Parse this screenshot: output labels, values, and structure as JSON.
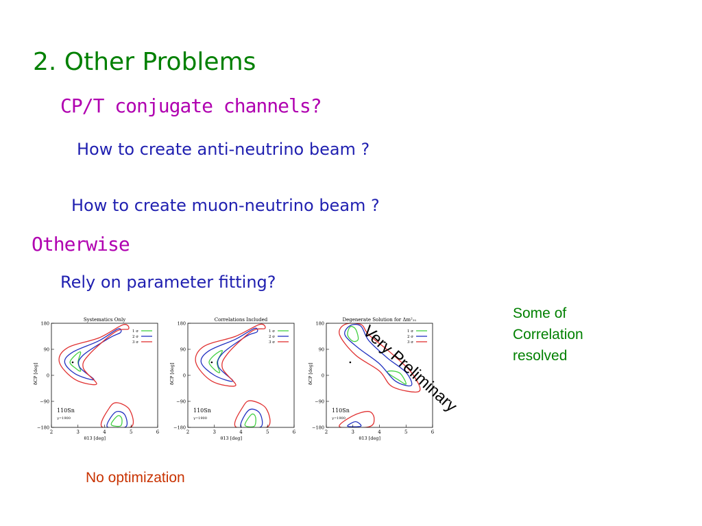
{
  "slide": {
    "title": "2. Other Problems",
    "subtitle_1": "CP/T conjugate channels?",
    "question_1": "How to create anti-neutrino beam ?",
    "question_2": "How to create muon-neutrino beam ?",
    "subtitle_2": "Otherwise",
    "question_3": "Rely on parameter fitting?",
    "stamp": "Very Preliminary",
    "note": "Some of Correlation resolved",
    "caption": "No optimization"
  },
  "legend_labels": [
    "1 σ",
    "2 σ",
    "3 σ"
  ],
  "colors": {
    "one_sigma": "#40d040",
    "two_sigma": "#2030c0",
    "three_sigma": "#e03030"
  },
  "chart_data": [
    {
      "type": "line",
      "title": "Systematics Only",
      "xlabel": "θ13 [deg]",
      "ylabel": "δCP [deg]",
      "xlim": [
        2,
        6
      ],
      "ylim": [
        -180,
        180
      ],
      "xticks": [
        "2",
        "3",
        "4",
        "5",
        "6"
      ],
      "yticks": [
        "180",
        "90",
        "0",
        "−90",
        "−180"
      ],
      "annotation_nucleus": "110Sn",
      "annotation_gamma": "γ=1900",
      "best_fit": [
        2.8,
        45
      ],
      "series": [
        {
          "name": "1 σ",
          "points": [
            [
              2.7,
              45
            ],
            [
              2.9,
              25
            ],
            [
              3.1,
              15
            ],
            [
              3.0,
              45
            ],
            [
              3.1,
              80
            ],
            [
              2.9,
              70
            ]
          ]
        },
        {
          "name": "2 σ",
          "points": [
            [
              2.5,
              45
            ],
            [
              2.9,
              5
            ],
            [
              3.6,
              -15
            ],
            [
              3.05,
              30
            ],
            [
              3.2,
              70
            ],
            [
              4.2,
              130
            ],
            [
              4.6,
              148
            ],
            [
              4.5,
              160
            ],
            [
              3.8,
              120
            ],
            [
              2.8,
              80
            ]
          ]
        },
        {
          "name": "3 σ",
          "points": [
            [
              2.3,
              45
            ],
            [
              2.9,
              -15
            ],
            [
              3.7,
              -30
            ],
            [
              3.2,
              25
            ],
            [
              3.4,
              70
            ],
            [
              4.4,
              150
            ],
            [
              4.9,
              160
            ],
            [
              4.7,
              175
            ],
            [
              3.8,
              130
            ],
            [
              2.6,
              95
            ]
          ]
        },
        {
          "name": "1 σ",
          "points": [
            [
              4.25,
              -170
            ],
            [
              4.5,
              -140
            ],
            [
              4.65,
              -150
            ],
            [
              4.6,
              -175
            ]
          ]
        },
        {
          "name": "2 σ",
          "points": [
            [
              4.1,
              -178
            ],
            [
              4.4,
              -128
            ],
            [
              4.75,
              -135
            ],
            [
              4.8,
              -178
            ]
          ]
        },
        {
          "name": "3 σ",
          "points": [
            [
              3.9,
              -178
            ],
            [
              4.2,
              -110
            ],
            [
              4.5,
              -95
            ],
            [
              4.95,
              -120
            ],
            [
              5.0,
              -178
            ]
          ]
        }
      ]
    },
    {
      "type": "line",
      "title": "Correlations Included",
      "xlabel": "θ13 [deg]",
      "ylabel": "δCP [deg]",
      "xlim": [
        2,
        6
      ],
      "ylim": [
        -180,
        180
      ],
      "xticks": [
        "2",
        "3",
        "4",
        "5",
        "6"
      ],
      "yticks": [
        "180",
        "90",
        "0",
        "−90",
        "−180"
      ],
      "annotation_nucleus": "110Sn",
      "annotation_gamma": "γ=1900",
      "best_fit": [
        2.9,
        45
      ],
      "series": [
        {
          "name": "1 σ",
          "points": [
            [
              2.8,
              45
            ],
            [
              3.0,
              20
            ],
            [
              3.2,
              10
            ],
            [
              3.1,
              45
            ],
            [
              3.3,
              85
            ],
            [
              3.0,
              70
            ]
          ]
        },
        {
          "name": "2 σ",
          "points": [
            [
              2.5,
              45
            ],
            [
              3.0,
              0
            ],
            [
              3.7,
              -20
            ],
            [
              3.15,
              30
            ],
            [
              3.3,
              75
            ],
            [
              4.2,
              135
            ],
            [
              4.6,
              150
            ],
            [
              4.5,
              162
            ],
            [
              3.8,
              125
            ],
            [
              2.8,
              85
            ]
          ]
        },
        {
          "name": "3 σ",
          "points": [
            [
              2.3,
              45
            ],
            [
              2.9,
              -20
            ],
            [
              3.8,
              -35
            ],
            [
              3.3,
              25
            ],
            [
              3.5,
              75
            ],
            [
              4.4,
              152
            ],
            [
              4.9,
              162
            ],
            [
              4.7,
              176
            ],
            [
              3.8,
              135
            ],
            [
              2.6,
              100
            ]
          ]
        },
        {
          "name": "1 σ",
          "points": [
            [
              4.15,
              -172
            ],
            [
              4.4,
              -135
            ],
            [
              4.55,
              -145
            ],
            [
              4.5,
              -176
            ]
          ]
        },
        {
          "name": "2 σ",
          "points": [
            [
              4.0,
              -178
            ],
            [
              4.3,
              -120
            ],
            [
              4.7,
              -130
            ],
            [
              4.75,
              -178
            ]
          ]
        },
        {
          "name": "3 σ",
          "points": [
            [
              3.8,
              -178
            ],
            [
              4.1,
              -105
            ],
            [
              4.4,
              -88
            ],
            [
              4.95,
              -115
            ],
            [
              5.0,
              -178
            ]
          ]
        }
      ]
    },
    {
      "type": "line",
      "title": "Degenerate Solution for Δm²₃₁",
      "xlabel": "θ13 [deg]",
      "ylabel": "δCP [deg]",
      "xlim": [
        2,
        6
      ],
      "ylim": [
        -180,
        180
      ],
      "xticks": [
        "2",
        "3",
        "4",
        "5",
        "6"
      ],
      "yticks": [
        "180",
        "90",
        "0",
        "−90",
        "−180"
      ],
      "annotation_nucleus": "110Sn",
      "annotation_gamma": "γ=1900",
      "best_fit": [
        2.9,
        45
      ],
      "series": [
        {
          "name": "1 σ",
          "points": [
            [
              2.8,
              140
            ],
            [
              3.0,
              118
            ],
            [
              3.2,
              125
            ],
            [
              3.1,
              160
            ],
            [
              2.9,
              168
            ]
          ]
        },
        {
          "name": "1 σ",
          "points": [
            [
              4.3,
              10
            ],
            [
              4.7,
              -15
            ],
            [
              5.0,
              -30
            ],
            [
              4.8,
              5
            ],
            [
              4.5,
              15
            ]
          ]
        },
        {
          "name": "2 σ",
          "points": [
            [
              2.7,
              140
            ],
            [
              3.2,
              95
            ],
            [
              4.0,
              40
            ],
            [
              4.6,
              -20
            ],
            [
              5.2,
              -35
            ],
            [
              5.0,
              10
            ],
            [
              4.3,
              60
            ],
            [
              3.6,
              120
            ],
            [
              3.3,
              170
            ],
            [
              2.9,
              172
            ]
          ]
        },
        {
          "name": "3 σ",
          "points": [
            [
              2.5,
              140
            ],
            [
              3.1,
              70
            ],
            [
              4.0,
              15
            ],
            [
              4.5,
              -40
            ],
            [
              5.5,
              -55
            ],
            [
              5.2,
              10
            ],
            [
              4.4,
              80
            ],
            [
              3.6,
              140
            ],
            [
              3.3,
              176
            ],
            [
              2.7,
              176
            ]
          ]
        },
        {
          "name": "2 σ",
          "points": [
            [
              2.8,
              -176
            ],
            [
              3.1,
              -160
            ],
            [
              3.3,
              -176
            ]
          ]
        },
        {
          "name": "3 σ",
          "points": [
            [
              2.5,
              -178
            ],
            [
              3.0,
              -140
            ],
            [
              3.6,
              -125
            ],
            [
              3.8,
              -150
            ],
            [
              3.6,
              -178
            ]
          ]
        }
      ]
    }
  ]
}
